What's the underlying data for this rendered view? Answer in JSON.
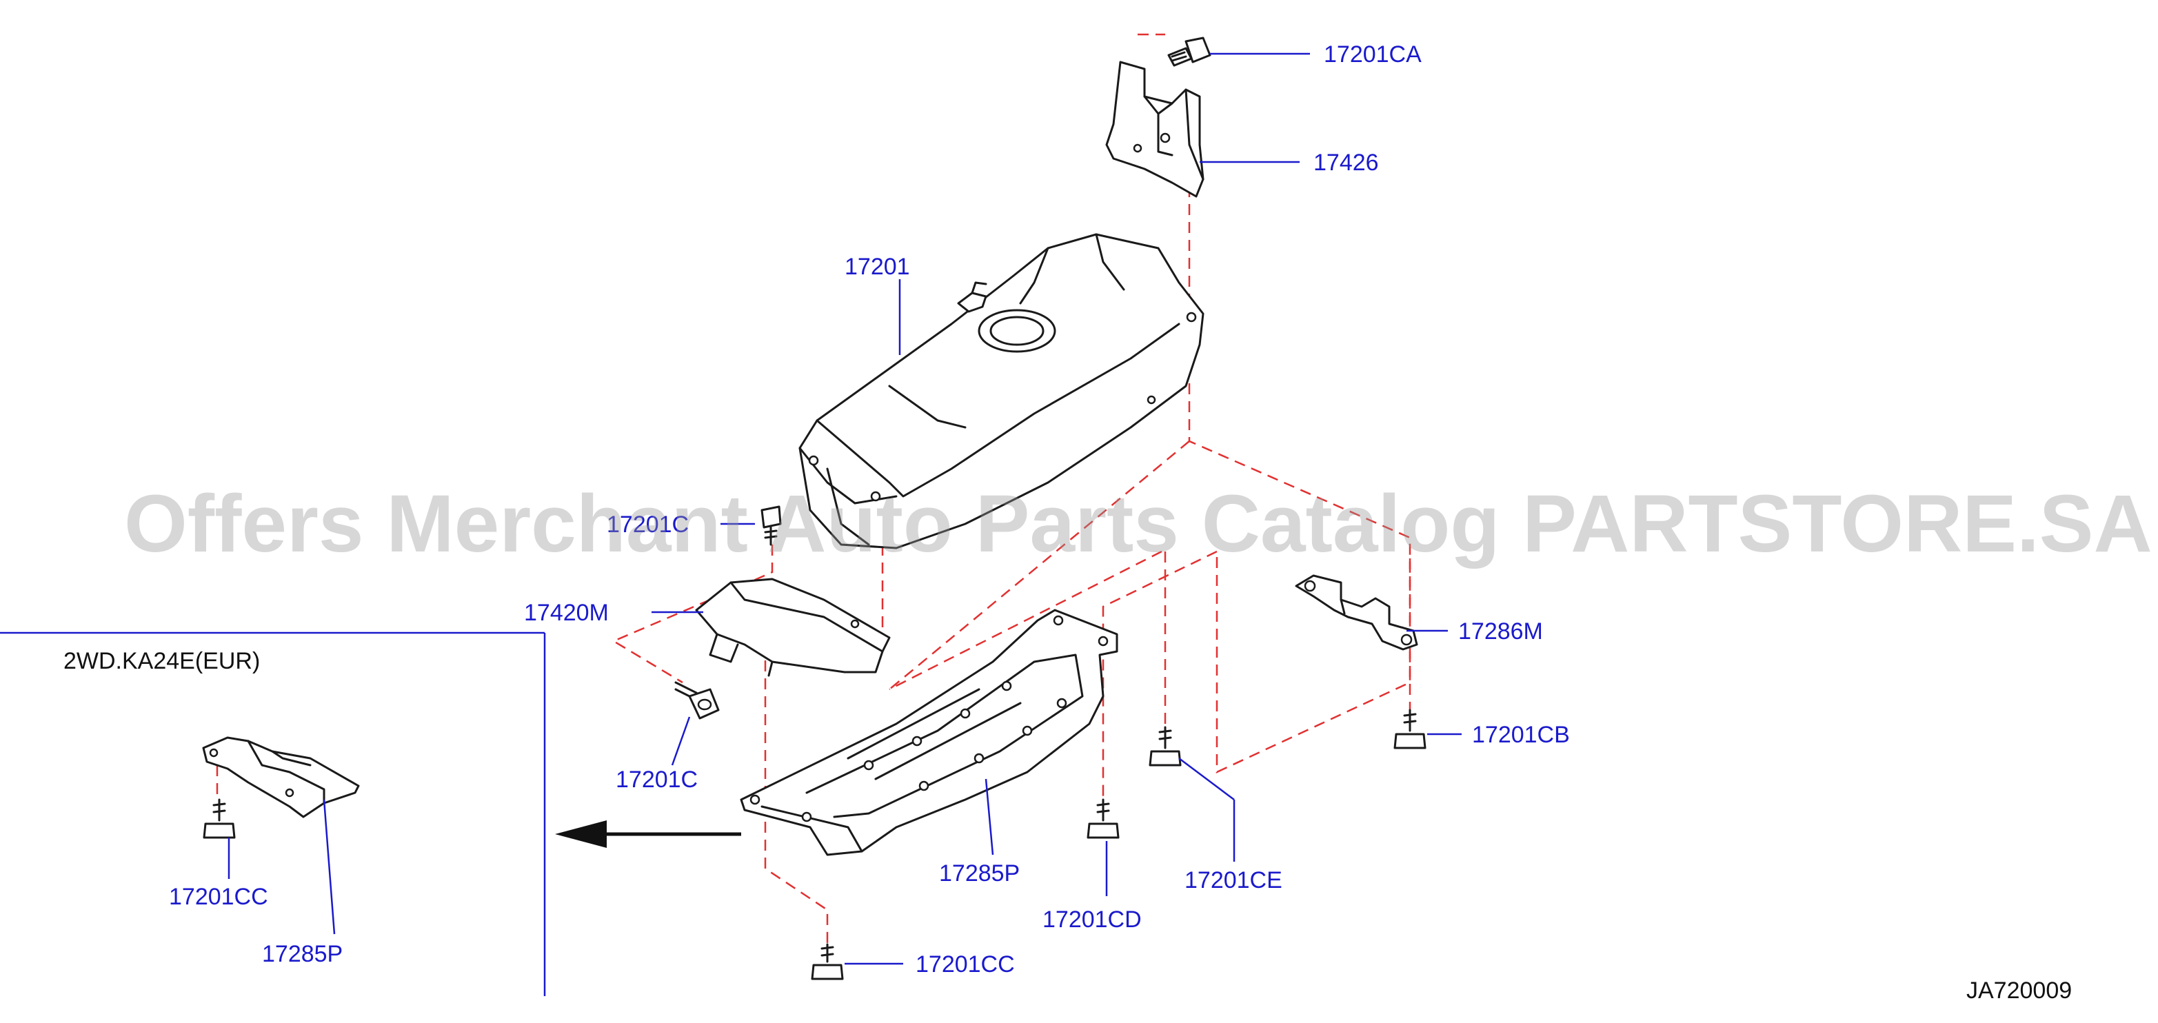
{
  "watermark": "Offers Merchant Auto Parts Catalog PARTSTORE.SA",
  "inset_title": "2WD.KA24E(EUR)",
  "diagram_id": "JA720009",
  "callouts": {
    "c17201CA": "17201CA",
    "c17426": "17426",
    "c17201": "17201",
    "c17201C_top": "17201C",
    "c17420M": "17420M",
    "c17201C": "17201C",
    "c17286M": "17286M",
    "c17201CB": "17201CB",
    "c17285P": "17285P",
    "c17201CE": "17201CE",
    "c17201CD": "17201CD",
    "c17201CC_bottom": "17201CC",
    "c17201CC_inset": "17201CC",
    "c17285P_inset": "17285P"
  }
}
